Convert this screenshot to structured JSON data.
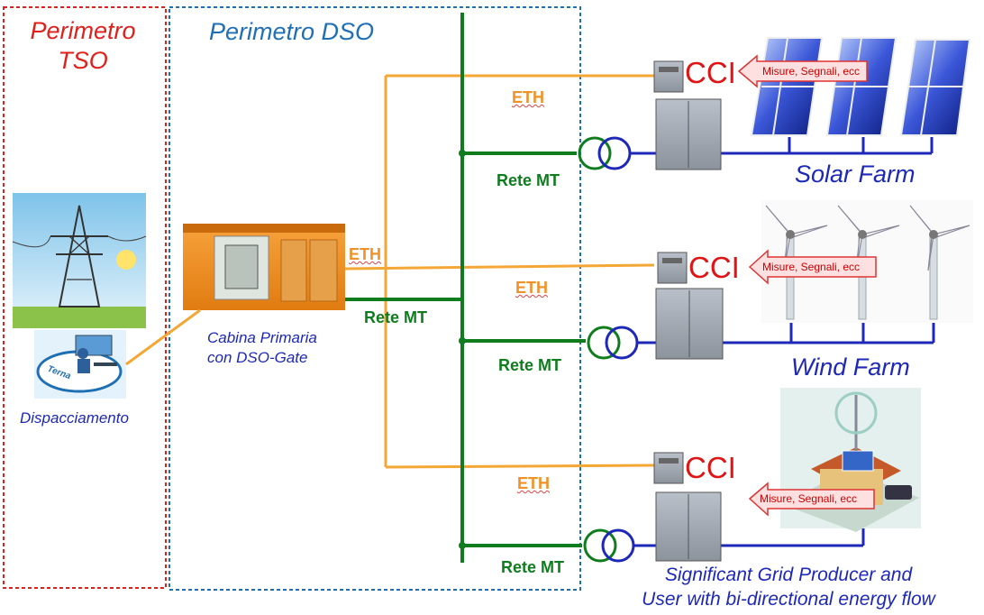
{
  "perimeters": {
    "tso_title": "Perimetro\nTSO",
    "dso_title": "Perimetro DSO"
  },
  "left": {
    "dispatch_label": "Dispacciamento",
    "terna_logo_text": "Terna"
  },
  "cabin": {
    "caption_line1": "Cabina Primaria",
    "caption_line2": "con DSO-Gate"
  },
  "links": {
    "eth_label": "ETH",
    "mt_label": "Rete MT"
  },
  "plants": [
    {
      "cci": "CCI",
      "signal": "Misure, Segnali, ecc",
      "name": "Solar Farm"
    },
    {
      "cci": "CCI",
      "signal": "Misure, Segnali, ecc",
      "name": "Wind Farm"
    },
    {
      "cci": "CCI",
      "signal": "Misure, Segnali, ecc",
      "name_line1": "Significant Grid Producer and",
      "name_line2": "User with bi-directional energy flow"
    }
  ],
  "colors": {
    "tso_border": "#e0201b",
    "dso_border": "#1f6fb4",
    "mt_green": "#0f7d1e",
    "eth_orange": "#f4a734",
    "farm_blue": "#1d28b8"
  }
}
